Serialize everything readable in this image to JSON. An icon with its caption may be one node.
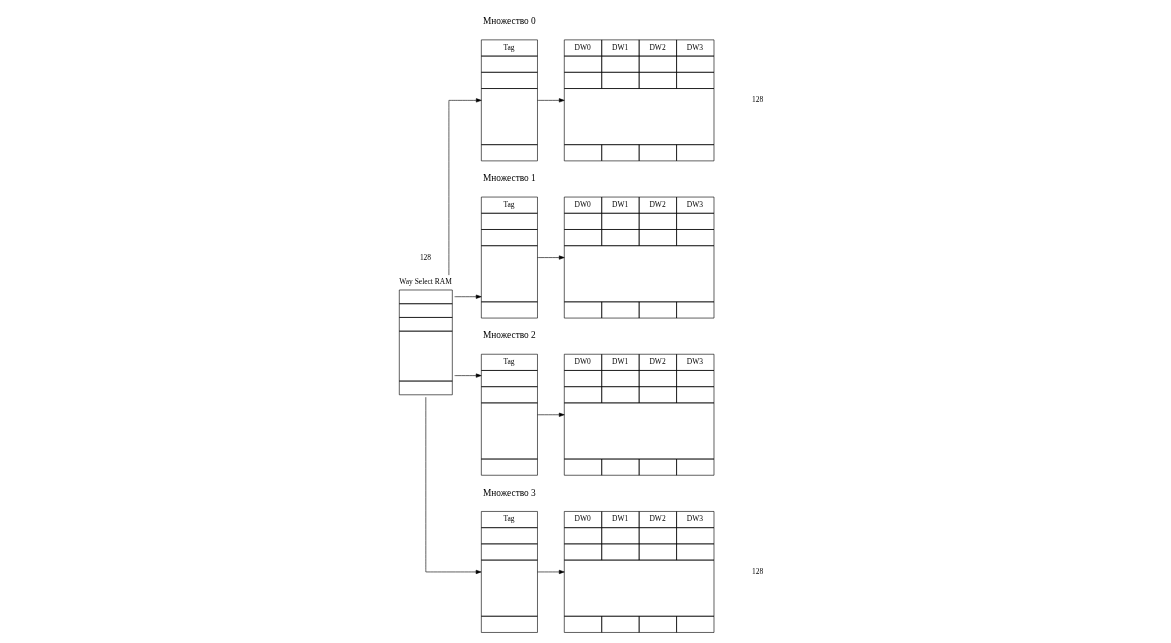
{
  "diagram": {
    "nodes": [
      {
        "text": [
          "Way Select RAM"
        ]
      },
      {
        "text": [
          "Tag"
        ]
      },
      {
        "text": [
          "DW0",
          "DW1",
          "DW2",
          "DW3"
        ]
      },
      {
        "text": [
          "Tag"
        ]
      },
      {
        "text": [
          "DW0",
          "DW1",
          "DW2",
          "DW3"
        ]
      },
      {
        "text": [
          "Tag"
        ]
      },
      {
        "text": [
          "DW0",
          "DW1",
          "DW2",
          "DW3"
        ]
      },
      {
        "text": [
          "Tag"
        ]
      },
      {
        "text": [
          "DW0",
          "DW1",
          "DW2",
          "DW3"
        ]
      }
    ],
    "edges": [
      {
        "from": 0,
        "to": 1,
        "arrow": "to"
      },
      {
        "from": 0,
        "to": 3,
        "arrow": "to"
      },
      {
        "from": 0,
        "to": 5,
        "arrow": "to"
      },
      {
        "from": 0,
        "to": 7,
        "arrow": "to"
      },
      {
        "from": 1,
        "to": 2,
        "arrow": "to"
      },
      {
        "from": 3,
        "to": 4,
        "arrow": "to"
      },
      {
        "from": 5,
        "to": 6,
        "arrow": "to"
      },
      {
        "from": 7,
        "to": 8,
        "arrow": "to"
      }
    ],
    "labels": [
      "Множество 0",
      "Множество 1",
      "128",
      "128",
      "Множество 2",
      "Множество 3",
      "128"
    ]
  }
}
